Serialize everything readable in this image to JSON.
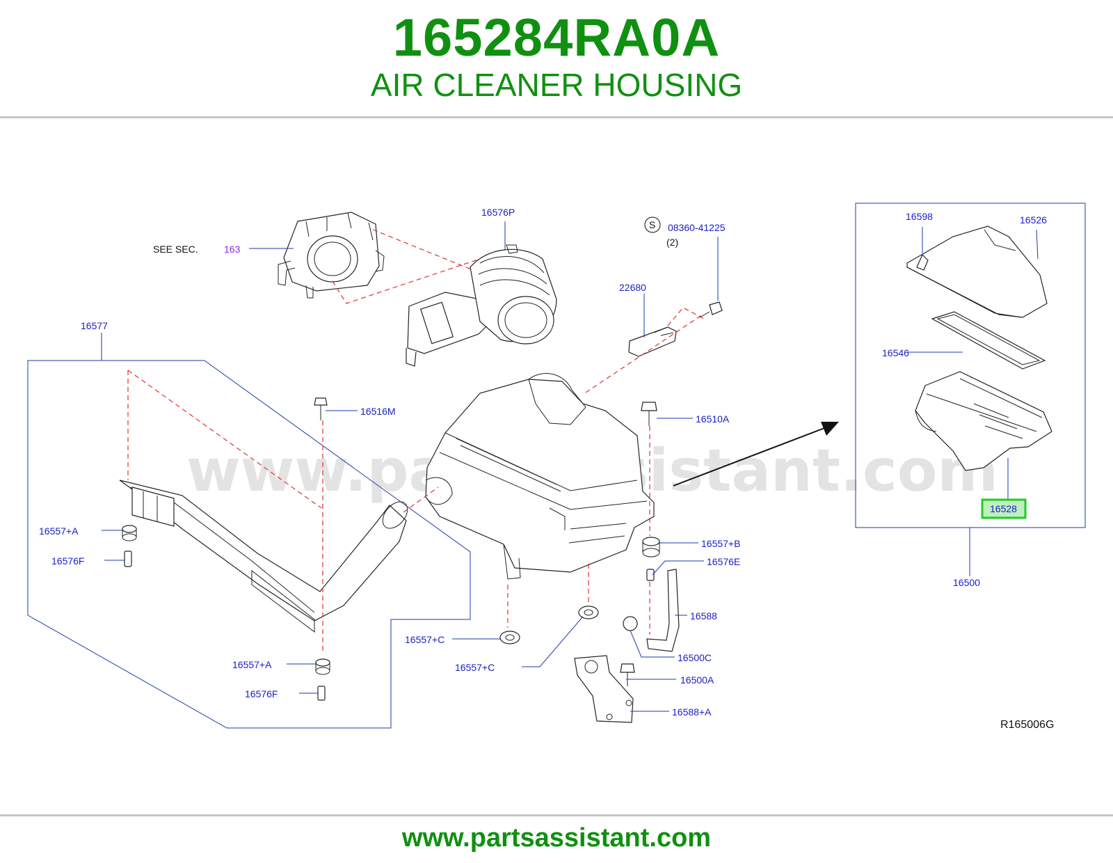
{
  "header": {
    "part_number": "165284RA0A",
    "part_name": "AIR CLEANER HOUSING"
  },
  "diagram": {
    "watermark": "www.partsassistant.com",
    "see_sec_label": "SEE   SEC.",
    "see_sec_number": "163",
    "s_symbol": "S",
    "screw_qty": "(2)",
    "diagram_code": "R165006G",
    "highlighted_part": "16528",
    "callouts": {
      "c16576P": "16576P",
      "c08360": "08360-41225",
      "c22680": "22680",
      "c16577": "16577",
      "c16516M": "16516M",
      "c16510A": "16510A",
      "c16557A_left": "16557+A",
      "c16576F_left": "16576F",
      "c16557B": "16557+B",
      "c16576E": "16576E",
      "c16588": "16588",
      "c16557C_1": "16557+C",
      "c16557C_2": "16557+C",
      "c16500C": "16500C",
      "c16557A_mid": "16557+A",
      "c16500A": "16500A",
      "c16576F_mid": "16576F",
      "c16588A": "16588+A",
      "c16598": "16598",
      "c16526": "16526",
      "c16546": "16546",
      "c16528": "16528",
      "c16500": "16500"
    }
  },
  "footer": {
    "url": "www.partsassistant.com"
  },
  "colors": {
    "title_green": "#109010",
    "callout_blue": "#1a20c8",
    "leader_blue": "#1a3aa8",
    "dashed_red": "#e03030",
    "highlight_green": "#22cc22",
    "highlight_fill": "#bfeebf",
    "rule_gray": "#c6c6c6"
  }
}
